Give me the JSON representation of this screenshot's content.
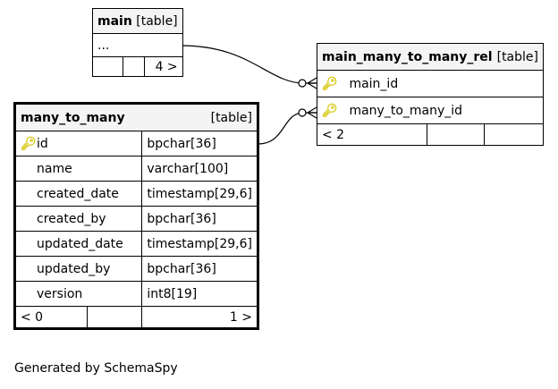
{
  "tables": {
    "main": {
      "name": "main",
      "kind": "[table]",
      "rows": [
        "..."
      ],
      "footer_left": "",
      "footer_right": "4 >"
    },
    "rel": {
      "name": "main_many_to_many_rel",
      "kind": "[table]",
      "columns": [
        {
          "name": "main_id",
          "key": true
        },
        {
          "name": "many_to_many_id",
          "key": true
        }
      ],
      "footer_left": "< 2",
      "footer_right": ""
    },
    "many": {
      "name": "many_to_many",
      "kind": "[table]",
      "columns": [
        {
          "name": "id",
          "type": "bpchar[36]",
          "key": true
        },
        {
          "name": "name",
          "type": "varchar[100]",
          "key": false
        },
        {
          "name": "created_date",
          "type": "timestamp[29,6]",
          "key": false
        },
        {
          "name": "created_by",
          "type": "bpchar[36]",
          "key": false
        },
        {
          "name": "updated_date",
          "type": "timestamp[29,6]",
          "key": false
        },
        {
          "name": "updated_by",
          "type": "bpchar[36]",
          "key": false
        },
        {
          "name": "version",
          "type": "int8[19]",
          "key": false
        }
      ],
      "footer_left": "< 0",
      "footer_right": "1 >"
    }
  },
  "key_icon": "key-icon",
  "footer_text": "Generated by SchemaSpy"
}
